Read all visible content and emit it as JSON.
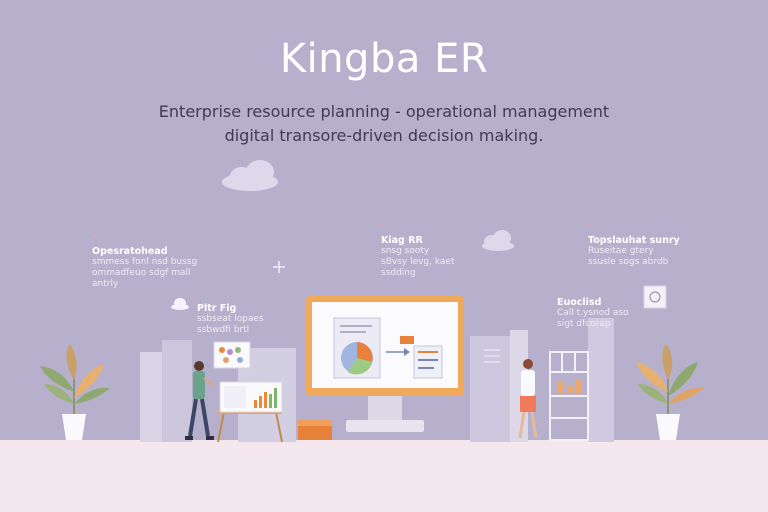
{
  "hero": {
    "title": "Kingba ER",
    "subtitle_line1": "Enterprise resource planning - operational management",
    "subtitle_line2": "digital transore-driven decision making."
  },
  "notes": [
    {
      "heading": "Opesratohead",
      "body1": "smmess fonl nsd bussg",
      "body2": "ommadfeuo sdgf mall",
      "body3": "antrly"
    },
    {
      "heading": "Kiag RR",
      "body1": "snsg sooty",
      "body2": "sBvsy levg, kaet",
      "body3": "ssdding"
    },
    {
      "heading": "Topslauhat sunry",
      "body1": "Ruseitae gtery",
      "body2": "ssusle sogs abrdb",
      "body3": ""
    },
    {
      "heading": "Pltr Fig",
      "body1": "ssbseat lopaes",
      "body2": "ssbwdfi brtl",
      "body3": ""
    },
    {
      "heading": "Euoclisd",
      "body1": "Call t.ysnod aso",
      "body2": "sigt dfcorap",
      "body3": ""
    }
  ],
  "colors": {
    "background": "#b6b0cc",
    "floor": "#f4e8ee",
    "monitor_frame": "#f0a85a",
    "accent_orange": "#e8823a",
    "plant_leaf": "#e8b070"
  }
}
